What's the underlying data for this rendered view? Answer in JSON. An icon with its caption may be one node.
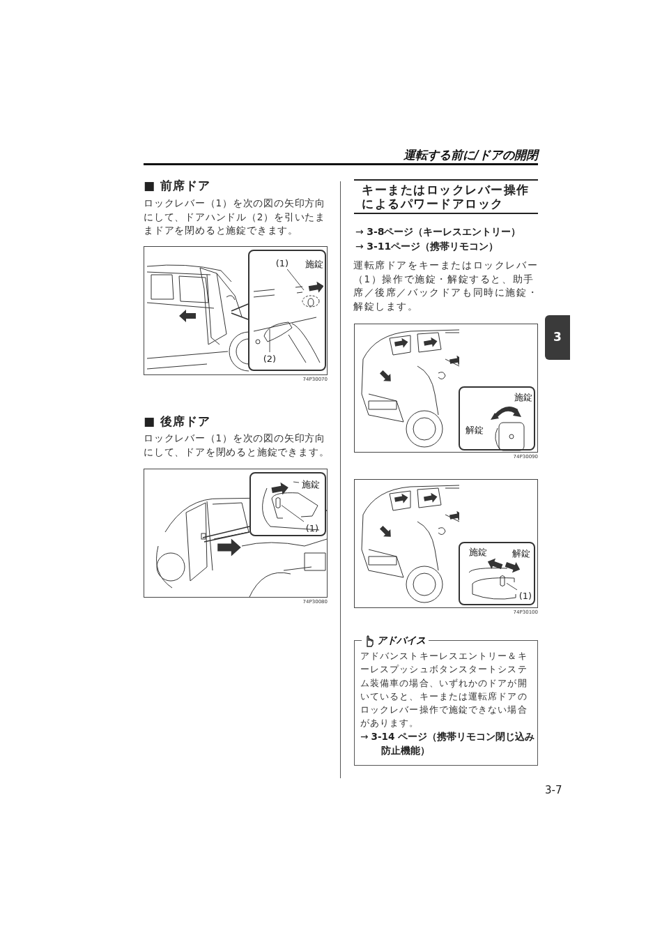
{
  "diagram": {
    "title": "運転する前に/ドアの開閉",
    "nodes": [
      {
        "text": [],
        "shape": "picture",
        "beside": [
          "74P30070"
        ]
      },
      {
        "text": [],
        "shape": "box",
        "in": 0
      },
      {
        "text": [
          "(1)"
        ],
        "in": 1
      },
      {
        "text": [
          "施錠"
        ],
        "in": 1
      },
      {
        "text": [
          "(2)"
        ],
        "in": 1
      },
      {
        "text": [],
        "shape": "picture",
        "beside": [
          "74P30080"
        ]
      },
      {
        "text": [],
        "shape": "box",
        "in": 5
      },
      {
        "text": [
          "施錠"
        ],
        "in": 6
      },
      {
        "text": [
          "(1)"
        ],
        "in": 6
      },
      {
        "text": [],
        "shape": "picture",
        "beside": [
          "74P30090"
        ]
      },
      {
        "text": [],
        "shape": "box",
        "in": 9
      },
      {
        "text": [
          "施錠"
        ],
        "in": 10
      },
      {
        "text": [
          "解錠"
        ],
        "in": 10
      },
      {
        "text": [],
        "shape": "picture",
        "beside": [
          "74P30100"
        ]
      },
      {
        "text": [],
        "shape": "box",
        "in": 13
      },
      {
        "text": [
          "施錠"
        ],
        "in": 14
      },
      {
        "text": [
          "解錠"
        ],
        "in": 14
      },
      {
        "text": [
          "(1)"
        ],
        "in": 14
      },
      {
        "text": [
          "アドバイス",
          "アドバンストキーレスエントリー＆キーレスプッシュボタンスタートシステム装備車の場合、いずれかのドアが開いていると、キーまたは運転席ドアのロックレバー操作で施錠できない場合があります。",
          "→ **3-14 ページ（携帯リモコン閉じ込み防止機能）**"
        ]
      },
      {
        "text": [],
        "shape": "picture",
        "in": 6
      },
      {
        "text": [],
        "shape": "picture",
        "in": 14
      }
    ],
    "edges": [
      {
        "from": 2,
        "to": null,
        "arrow": "none"
      },
      {
        "from": 4,
        "to": null,
        "arrow": "none"
      },
      {
        "from": 7,
        "to": null,
        "arrow": "none"
      },
      {
        "from": 8,
        "to": 19,
        "arrow": "none"
      },
      {
        "from": 17,
        "to": 20,
        "arrow": "none"
      }
    ],
    "labels": [
      "■ 前席ドア",
      "ロックレバー（1）を次の図の矢印方向にして、ドアハンドル（2）を引いたままドアを閉めると施錠できます。",
      "■ 後席ドア",
      "ロックレバー（1）を次の図の矢印方向にして、ドアを閉めると施錠できます。",
      "キーまたはロックレバー操作によるパワードアロック",
      "→ **3-8ページ（キーレスエントリー）**",
      "→ **3-11ページ（携帯リモコン）**",
      "運転席ドアをキーまたはロックレバー（1）操作で施錠・解錠すると、助手席／後席／バックドアも同時に施錠・解錠します。",
      "3",
      "3-7"
    ]
  }
}
